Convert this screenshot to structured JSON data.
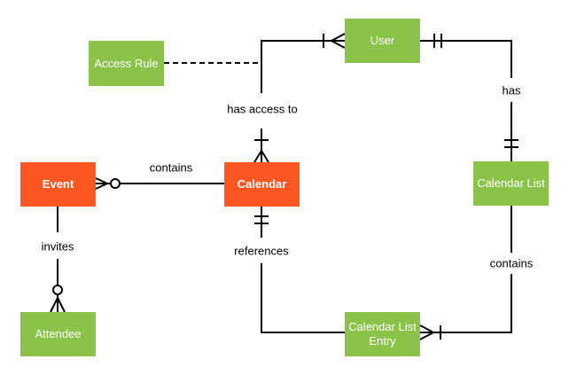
{
  "diagram": {
    "type": "entity-relationship-diagram",
    "palette": {
      "entity_green": "#8BC34A",
      "entity_orange": "#FF5722",
      "entity_text": "#FFFFFF",
      "line": "#000000",
      "label_text": "#000000",
      "background": "#FFFFFF"
    },
    "entities": {
      "access_rule": {
        "label": "Access Rule",
        "color": "#8BC34A"
      },
      "user": {
        "label": "User",
        "color": "#8BC34A"
      },
      "event": {
        "label": "Event",
        "color": "#FF5722"
      },
      "calendar": {
        "label": "Calendar",
        "color": "#FF5722"
      },
      "calendar_list": {
        "label": "Calendar List",
        "color": "#8BC34A"
      },
      "attendee": {
        "label": "Attendee",
        "color": "#8BC34A"
      },
      "calendar_list_entry": {
        "label": "Calendar List Entry",
        "color": "#8BC34A"
      }
    },
    "relationships": {
      "calendar_contains_event": {
        "label": "contains",
        "event_end": "zero-or-many",
        "calendar_end": "plain"
      },
      "calendar_has_access_to_user": {
        "label": "has access to",
        "calendar_end": "one-or-many",
        "user_end": "one-or-many"
      },
      "user_has_calendar_list": {
        "label": "has",
        "user_end": "exactly-one",
        "calendar_list_end": "exactly-one"
      },
      "calendar_references": {
        "label": "references",
        "calendar_end": "exactly-one",
        "entry_end": "plain"
      },
      "calendar_list_contains_entry": {
        "label": "contains",
        "calendar_list_end": "plain",
        "entry_end": "one-or-many"
      },
      "event_invites_attendee": {
        "label": "invites",
        "event_end": "plain",
        "attendee_end": "zero-or-many"
      },
      "access_rule_link": {
        "label": "",
        "style": "dashed"
      }
    }
  }
}
